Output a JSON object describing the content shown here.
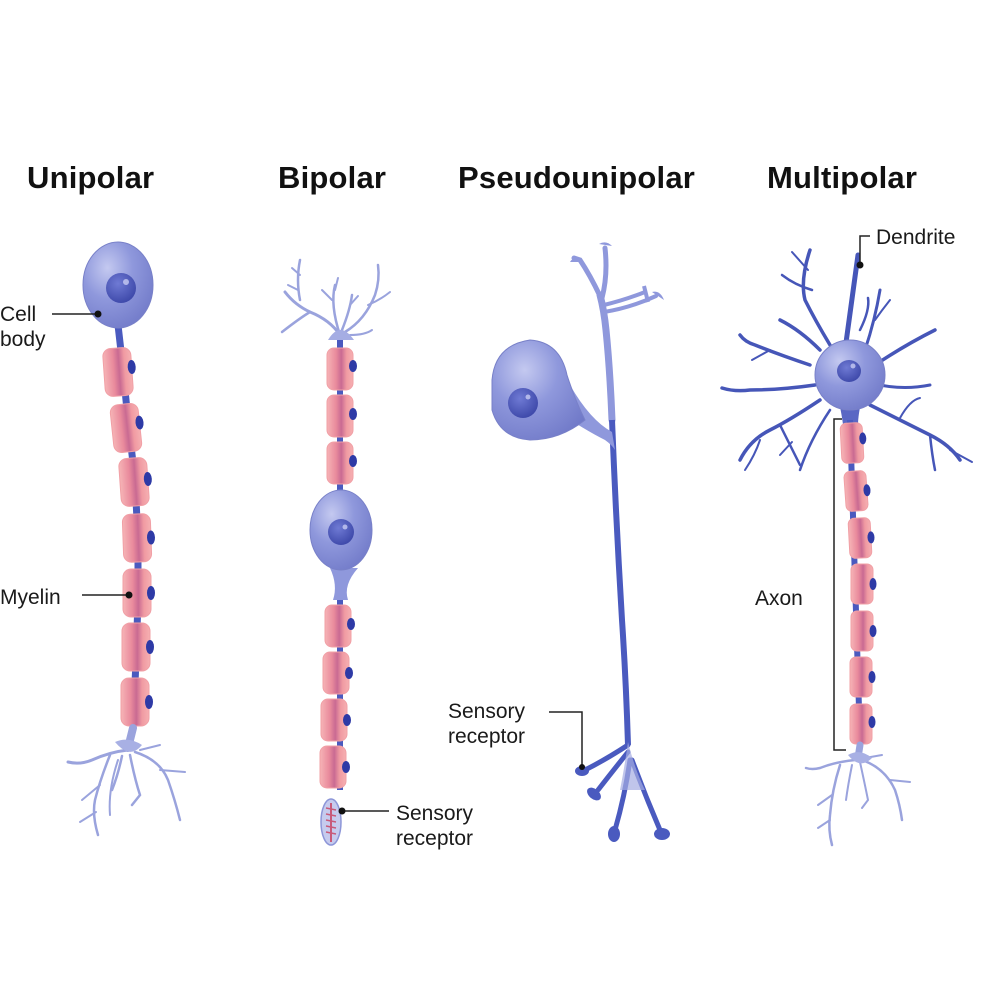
{
  "diagram": {
    "subject": "Types of neurons",
    "colors": {
      "cell_body": "#8f98dc",
      "cell_body_edge": "#6f78c4",
      "nucleus": "#4a55b8",
      "axon": "#4a5abf",
      "dendrite_light": "#9aa3dd",
      "dendrite_dark": "#3c4aa8",
      "myelin": "#f3a2a7",
      "myelin_inner": "#cf6f92",
      "schwann_nucleus": "#2e3aa6",
      "leader_line": "#222222"
    },
    "neurons": [
      {
        "id": "unipolar",
        "title": "Unipolar",
        "myelin_segments": 7,
        "labels": [
          {
            "id": "cell-body",
            "text_line1": "Cell",
            "text_line2": "body"
          },
          {
            "id": "myelin",
            "text": "Myelin"
          }
        ]
      },
      {
        "id": "bipolar",
        "title": "Bipolar",
        "myelin_segments_above_soma": 3,
        "myelin_segments_below_soma": 4,
        "labels": [
          {
            "id": "sensory-receptor",
            "text_line1": "Sensory",
            "text_line2": "receptor"
          }
        ]
      },
      {
        "id": "pseudounipolar",
        "title": "Pseudounipolar",
        "labels": [
          {
            "id": "sensory-receptor",
            "text_line1": "Sensory",
            "text_line2": "receptor"
          }
        ]
      },
      {
        "id": "multipolar",
        "title": "Multipolar",
        "myelin_segments": 7,
        "labels": [
          {
            "id": "dendrite",
            "text": "Dendrite"
          },
          {
            "id": "axon",
            "text": "Axon"
          }
        ]
      }
    ]
  }
}
